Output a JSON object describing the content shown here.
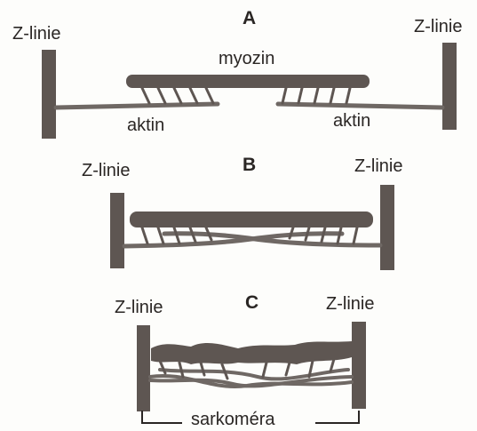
{
  "colors": {
    "filament": "#5e5652",
    "line": "#6f6864",
    "text": "#2a2624",
    "background": "#fdfdfb"
  },
  "panel_a": {
    "letter": "A",
    "z_left": "Z-linie",
    "z_right": "Z-linie",
    "myosin": "myozin",
    "actin_left": "aktin",
    "actin_right": "aktin"
  },
  "panel_b": {
    "letter": "B",
    "z_left": "Z-linie",
    "z_right": "Z-linie"
  },
  "panel_c": {
    "letter": "C",
    "z_left": "Z-linie",
    "z_right": "Z-linie",
    "sarcomere": "sarkoméra"
  }
}
